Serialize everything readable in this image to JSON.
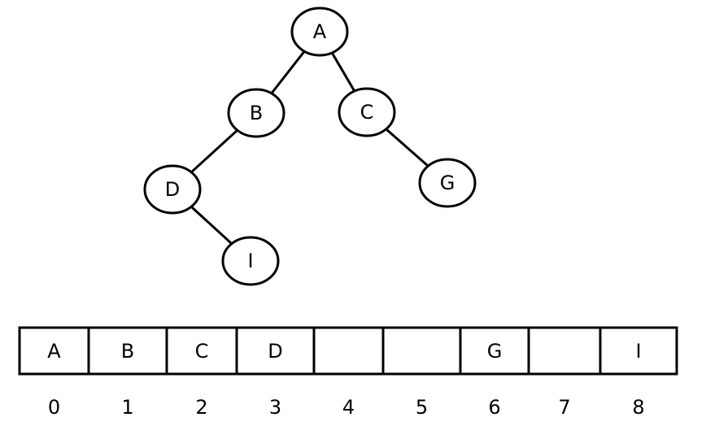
{
  "tree": {
    "nodes": [
      {
        "id": "A",
        "label": "A"
      },
      {
        "id": "B",
        "label": "B"
      },
      {
        "id": "C",
        "label": "C"
      },
      {
        "id": "D",
        "label": "D"
      },
      {
        "id": "G",
        "label": "G"
      },
      {
        "id": "I",
        "label": "I"
      }
    ],
    "edges": [
      {
        "from": "A",
        "to": "B"
      },
      {
        "from": "A",
        "to": "C"
      },
      {
        "from": "B",
        "to": "D"
      },
      {
        "from": "C",
        "to": "G"
      },
      {
        "from": "D",
        "to": "I"
      }
    ]
  },
  "array": {
    "cells": [
      {
        "value": "A",
        "index": "0"
      },
      {
        "value": "B",
        "index": "1"
      },
      {
        "value": "C",
        "index": "2"
      },
      {
        "value": "D",
        "index": "3"
      },
      {
        "value": "",
        "index": "4"
      },
      {
        "value": "",
        "index": "5"
      },
      {
        "value": "G",
        "index": "6"
      },
      {
        "value": "",
        "index": "7"
      },
      {
        "value": "I",
        "index": "8"
      }
    ]
  }
}
